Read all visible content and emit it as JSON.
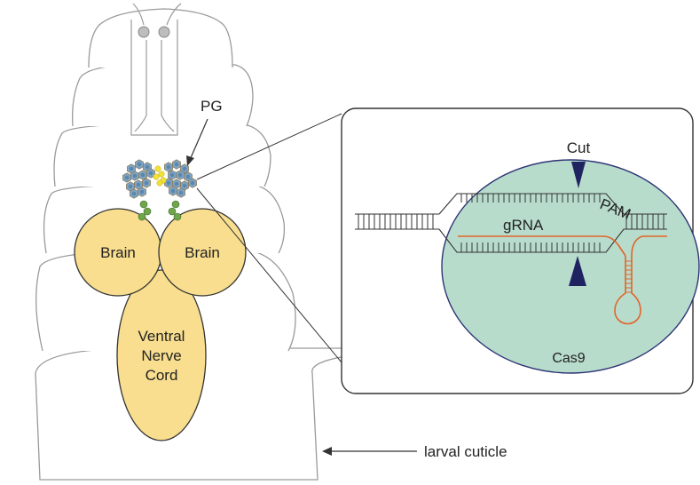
{
  "labels": {
    "pg": "PG",
    "brain_left": "Brain",
    "brain_right": "Brain",
    "vnc_line1": "Ventral",
    "vnc_line2": "Nerve",
    "vnc_line3": "Cord",
    "larval_cuticle": "larval cuticle",
    "cut": "Cut",
    "grna": "gRNA",
    "pam": "PAM",
    "cas9": "Cas9"
  },
  "colors": {
    "outline": "#9a9a9a",
    "tissue": "#f8de8e",
    "cas9": "#b8dccc",
    "cas9_outline": "#2d3575",
    "arrowhead": "#1f2461",
    "grna": "#e0642a",
    "dna": "#333333",
    "pg_cell": "#7fa6c6",
    "pg_cell_border": "#8a7a5a",
    "pg_yellow": "#f3e233",
    "pg_green": "#6fa64a"
  },
  "icons": {
    "eye_left": "eye-spot-icon",
    "eye_right": "eye-spot-icon"
  }
}
